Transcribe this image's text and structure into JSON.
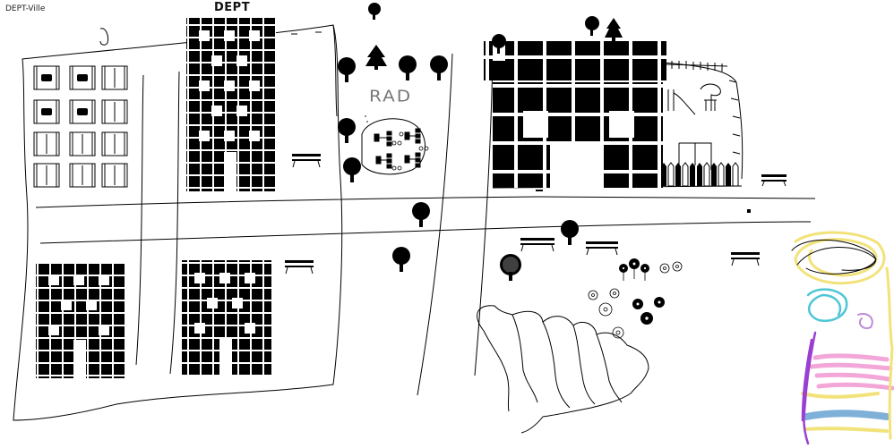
{
  "app": {
    "title": "DEPT-Ville"
  },
  "labels": {
    "dept": "DEPT",
    "rad": "RAD",
    "small_mark": "ß"
  },
  "colors": {
    "ink": "#000000",
    "yellow_scribble": "#f2e27a",
    "cyan_scribble": "#4cc6d6",
    "pink_scribble": "#f3a6d8",
    "purple_scribble": "#9b3fd4",
    "blue_scribble": "#7fb0d8",
    "grey_text": "#777777"
  },
  "icons": [
    "car-icon",
    "parking-icon",
    "tree-icon",
    "pine-tree-icon",
    "bench-icon",
    "bike-rack-icon",
    "flower-icon",
    "fence-icon",
    "playground-slide-icon",
    "swing-icon"
  ]
}
